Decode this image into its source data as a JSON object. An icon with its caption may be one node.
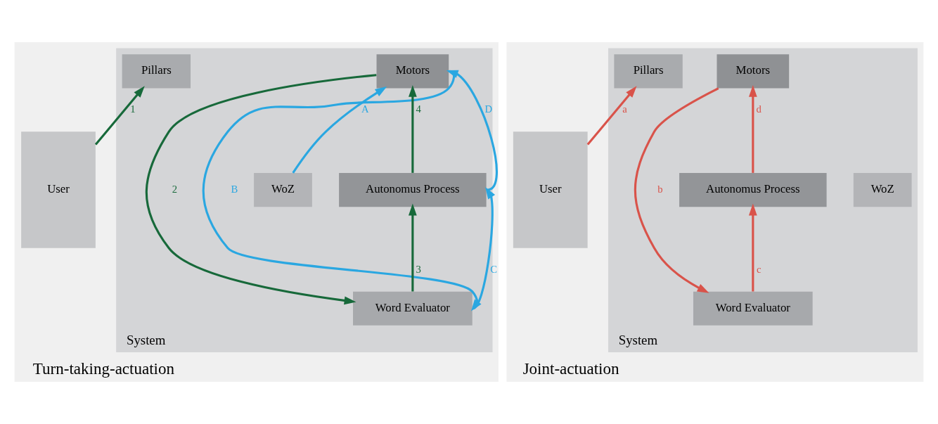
{
  "diagram": {
    "nodes": [
      {
        "text": [
          "Turn-taking-actuation"
        ]
      },
      {
        "text": [
          "User"
        ],
        "in": 0
      },
      {
        "text": [
          "System"
        ],
        "in": 0
      },
      {
        "text": [
          "Pillars"
        ],
        "in": 2
      },
      {
        "text": [
          "Motors"
        ],
        "in": 2
      },
      {
        "text": [
          "WoZ"
        ],
        "in": 2
      },
      {
        "text": [
          "Autonomus Process"
        ],
        "in": 2
      },
      {
        "text": [
          "Word Evaluator"
        ],
        "in": 2
      },
      {
        "text": [
          "Joint-actuation"
        ]
      },
      {
        "text": [
          "User"
        ],
        "in": 8
      },
      {
        "text": [
          "System"
        ],
        "in": 8
      },
      {
        "text": [
          "Pillars"
        ],
        "in": 10
      },
      {
        "text": [
          "Motors"
        ],
        "in": 10
      },
      {
        "text": [
          "WoZ"
        ],
        "in": 10
      },
      {
        "text": [
          "Autonomus Process"
        ],
        "in": 10
      },
      {
        "text": [
          "Word Evaluator"
        ],
        "in": 10
      }
    ],
    "edges": [
      {
        "from": 1,
        "to": 3,
        "arrow": "to",
        "label": "1",
        "color": "#17693a"
      },
      {
        "from": 4,
        "to": 7,
        "arrow": "to",
        "label": "2",
        "color": "#17693a"
      },
      {
        "from": 7,
        "to": 6,
        "arrow": "to",
        "label": "3",
        "color": "#17693a"
      },
      {
        "from": 6,
        "to": 4,
        "arrow": "to",
        "label": "4",
        "color": "#17693a"
      },
      {
        "from": 5,
        "to": 4,
        "arrow": "to",
        "label": "A",
        "color": "#2aa7e1"
      },
      {
        "from": 4,
        "to": 7,
        "arrow": "to",
        "label": "B",
        "color": "#2aa7e1"
      },
      {
        "from": 7,
        "to": 6,
        "arrow": "to",
        "label": "C",
        "color": "#2aa7e1"
      },
      {
        "from": 6,
        "to": 4,
        "arrow": "to",
        "label": "D",
        "color": "#2aa7e1"
      },
      {
        "from": 9,
        "to": 11,
        "arrow": "to",
        "label": "a",
        "color": "#d9534a"
      },
      {
        "from": 12,
        "to": 15,
        "arrow": "to",
        "label": "b",
        "color": "#d9534a"
      },
      {
        "from": 15,
        "to": 14,
        "arrow": "to",
        "label": "c",
        "color": "#d9534a"
      },
      {
        "from": 14,
        "to": 12,
        "arrow": "to",
        "label": "d",
        "color": "#d9534a"
      }
    ]
  }
}
